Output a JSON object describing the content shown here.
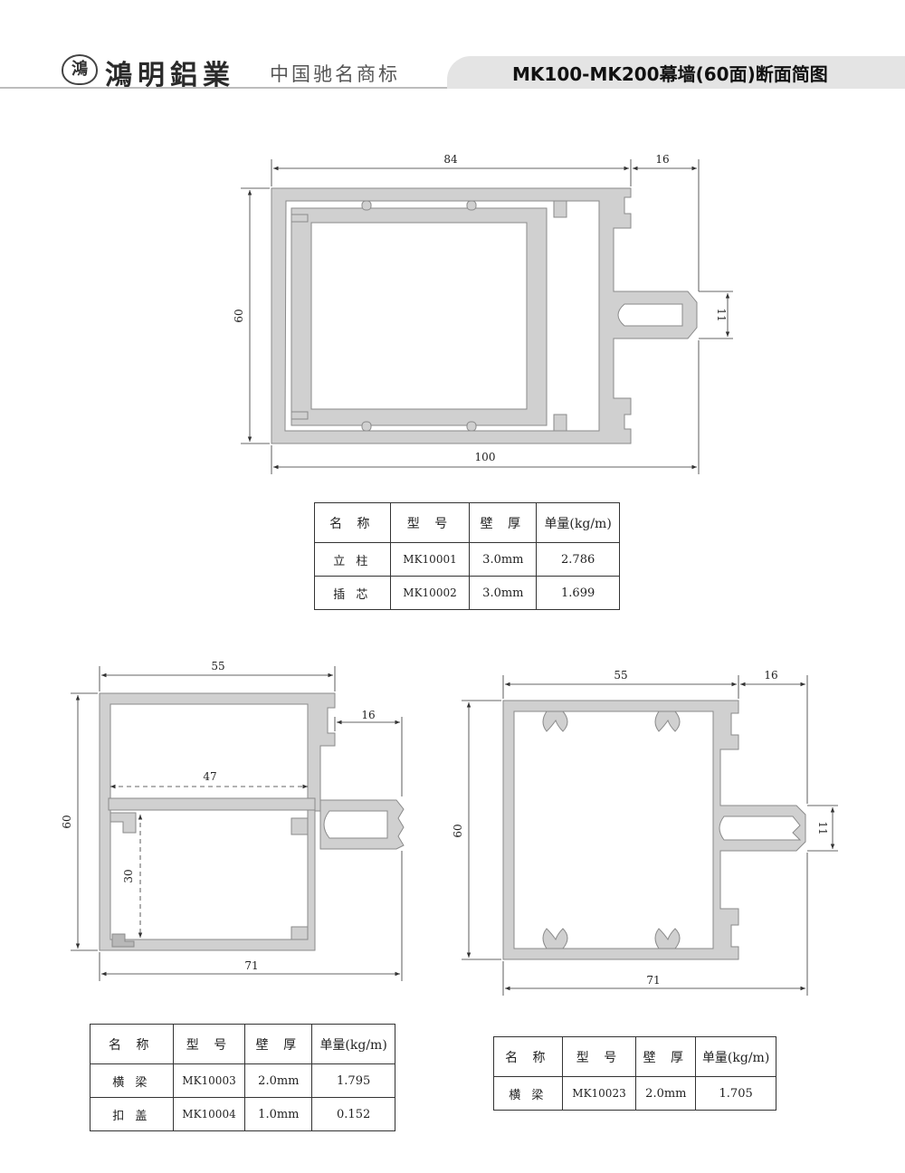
{
  "header": {
    "brand": "鴻明鋁業",
    "slogan": "中国驰名商标",
    "title": "MK100-MK200幕墙(60面)断面简图"
  },
  "diagrams": [
    {
      "dims": {
        "width_top": "84",
        "lip": "16",
        "height": "60",
        "slot": "11",
        "width_total": "100"
      }
    },
    {
      "dims": {
        "width_top": "55",
        "lip": "16",
        "inner": "47",
        "height": "60",
        "depth": "30",
        "width_total": "71"
      }
    },
    {
      "dims": {
        "width_top": "55",
        "lip": "16",
        "height": "60",
        "slot": "11",
        "width_total": "71"
      }
    }
  ],
  "tables": [
    {
      "headers": [
        "名 称",
        "型 号",
        "壁 厚",
        "单量(kg/m)"
      ],
      "rows": [
        [
          "立 柱",
          "MK10001",
          "3.0mm",
          "2.786"
        ],
        [
          "插 芯",
          "MK10002",
          "3.0mm",
          "1.699"
        ]
      ]
    },
    {
      "headers": [
        "名 称",
        "型 号",
        "壁 厚",
        "单量(kg/m)"
      ],
      "rows": [
        [
          "横 梁",
          "MK10003",
          "2.0mm",
          "1.795"
        ],
        [
          "扣 盖",
          "MK10004",
          "1.0mm",
          "0.152"
        ]
      ]
    },
    {
      "headers": [
        "名 称",
        "型 号",
        "壁 厚",
        "单量(kg/m)"
      ],
      "rows": [
        [
          "横 梁",
          "MK10023",
          "2.0mm",
          "1.705"
        ]
      ]
    }
  ],
  "colors": {
    "profile_fill": "#d0d0d0",
    "profile_stroke": "#8a8a8a",
    "dimension_line": "#333333"
  }
}
